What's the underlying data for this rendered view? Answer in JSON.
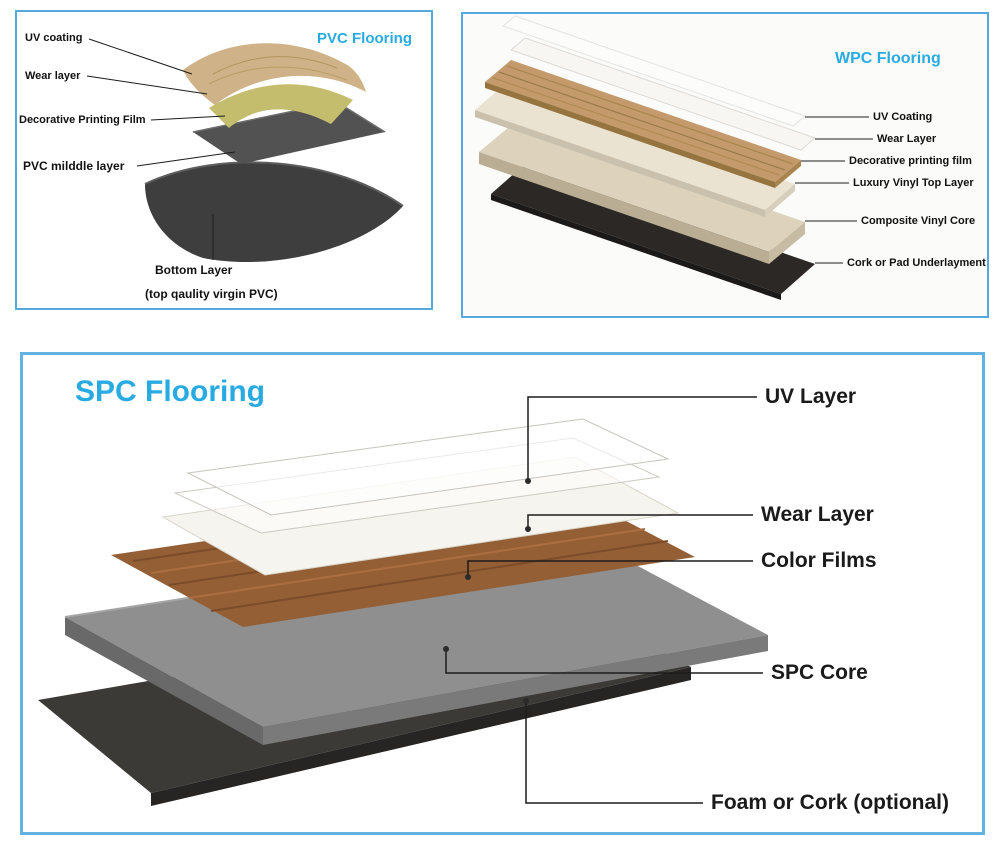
{
  "pvc": {
    "title": "PVC Flooring",
    "labels": {
      "uv": "UV coating",
      "wear": "Wear layer",
      "film": "Decorative Printing Film",
      "middle": "PVC milddle layer",
      "bottom": "Bottom Layer",
      "bottom_sub": "(top qaulity virgin PVC)"
    }
  },
  "wpc": {
    "title": "WPC Flooring",
    "labels": {
      "uv": "UV Coating",
      "wear": "Wear Layer",
      "film": "Decorative printing film",
      "luxury": "Luxury Vinyl Top Layer",
      "core": "Composite Vinyl Core",
      "cork": "Cork or Pad Underlayment"
    }
  },
  "spc": {
    "title": "SPC Flooring",
    "labels": {
      "uv": "UV Layer",
      "wear": "Wear Layer",
      "films": "Color Films",
      "core": "SPC Core",
      "foam": "Foam or Cork (optional)"
    }
  },
  "colors": {
    "title_accent": "#29abe2",
    "panel_border": "#55a9dc",
    "label_text": "#111111"
  }
}
